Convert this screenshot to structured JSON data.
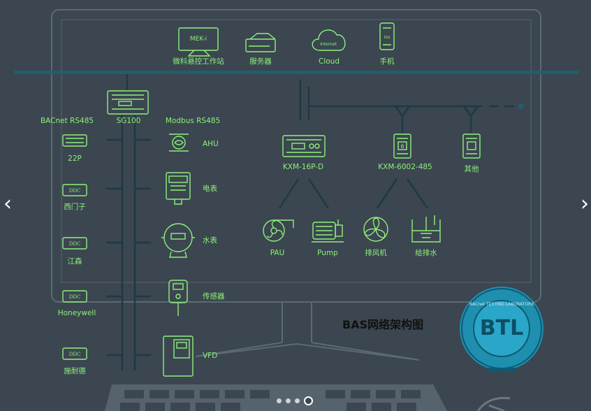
{
  "colors": {
    "background": "#3b4650",
    "wire": "#1f5f6e",
    "line": "#1c3a45",
    "label": "#8ff07a",
    "badge": "#1f8fb0"
  },
  "top_devices": [
    {
      "icon": "monitor-icon",
      "screen_text": "MEK-i",
      "label": "微科悬控工作站"
    },
    {
      "icon": "server-icon",
      "label": "服务器"
    },
    {
      "icon": "cloud-icon",
      "inner_text": "Internet",
      "label": "Cloud"
    },
    {
      "icon": "phone-icon",
      "screen_text": "ios",
      "label": "手机"
    }
  ],
  "gateway": {
    "label": "SG100",
    "left_bus": "BACnet RS485",
    "right_bus": "Modbus RS485"
  },
  "left_devices": [
    {
      "icon": "controller-icon",
      "label": "22P"
    },
    {
      "icon": "ddc-icon",
      "tag": "DDC",
      "label": "西门子"
    },
    {
      "icon": "ddc-icon",
      "tag": "DDC",
      "label": "江森"
    },
    {
      "icon": "ddc-icon",
      "tag": "DDC",
      "label": "Honeywell"
    },
    {
      "icon": "ddc-icon",
      "tag": "DDC",
      "label": "施耐德"
    }
  ],
  "right_devices": [
    {
      "icon": "ahu-icon",
      "label": "AHU"
    },
    {
      "icon": "electric-meter-icon",
      "label": "电表"
    },
    {
      "icon": "water-meter-icon",
      "label": "水表"
    },
    {
      "icon": "sensor-icon",
      "label": "传感器"
    },
    {
      "icon": "vfd-icon",
      "label": "VFD"
    }
  ],
  "controllers": [
    {
      "icon": "controller-icon",
      "label": "KXM-16P-D"
    },
    {
      "icon": "module-icon",
      "tag": "6",
      "label": "KXM-6002-485"
    },
    {
      "icon": "module-icon",
      "label": "其他"
    }
  ],
  "equipment": [
    {
      "icon": "fan-blower-icon",
      "label": "PAU"
    },
    {
      "icon": "pump-icon",
      "label": "Pump"
    },
    {
      "icon": "exhaust-fan-icon",
      "label": "排风机"
    },
    {
      "icon": "water-supply-icon",
      "label": "给排水"
    }
  ],
  "title": "BAS网络架构图",
  "badge": {
    "icon": "btl-logo",
    "text": "BTL",
    "ring_text": "BACnet TESTING LABORATORIES"
  },
  "carousel": {
    "prev": "‹",
    "next": "›",
    "dots": 4,
    "active": 4
  }
}
